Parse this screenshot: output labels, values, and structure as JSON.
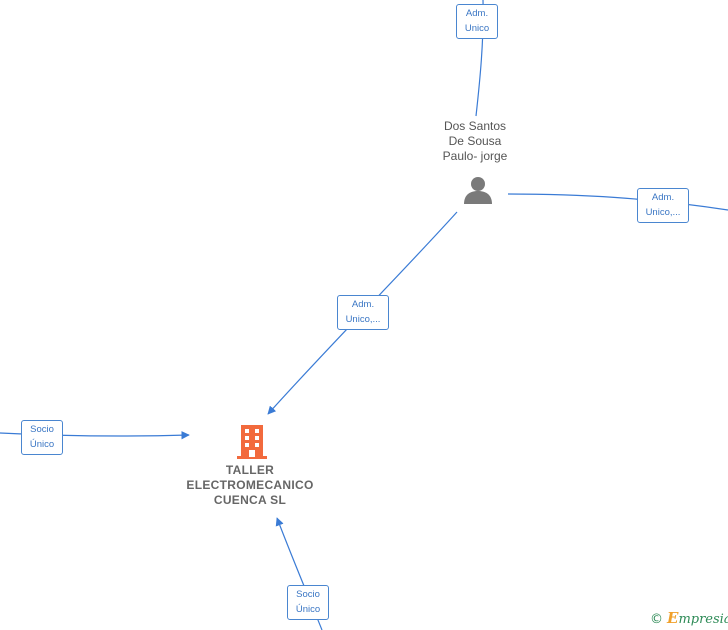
{
  "nodes": {
    "person": {
      "name": "Dos Santos\nDe Sousa\nPaulo- jorge",
      "icon": "person-icon",
      "color": "#7a7a7a"
    },
    "company": {
      "name": "TALLER\nELECTROMECANICO\nCUENCA  SL",
      "icon": "building-icon",
      "color": "#f26a3d"
    }
  },
  "edges": {
    "top": {
      "label": "Adm.\nUnico"
    },
    "right": {
      "label": "Adm.\nUnico,..."
    },
    "middle": {
      "label": "Adm.\nUnico,..."
    },
    "left": {
      "label": "Socio\nÚnico"
    },
    "bottom": {
      "label": "Socio\nÚnico"
    }
  },
  "edge_color": "#3a7bd5",
  "brand": {
    "copyright": "©",
    "initial": "E",
    "name": "mpresia"
  }
}
